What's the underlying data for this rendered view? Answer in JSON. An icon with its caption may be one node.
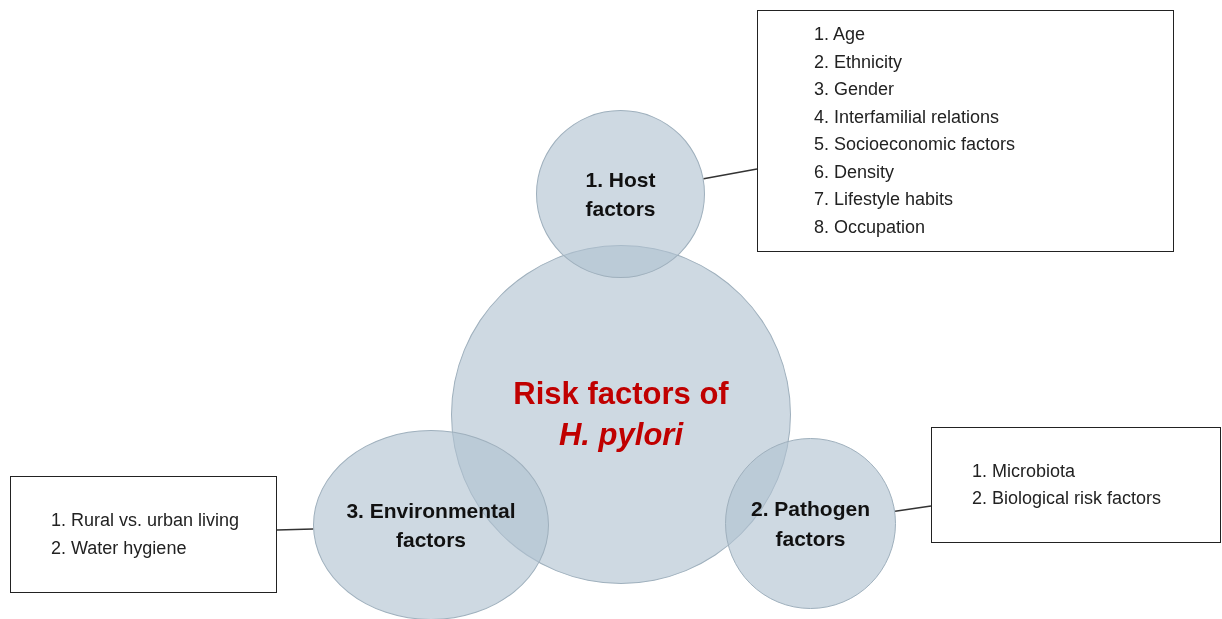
{
  "diagram": {
    "nodes": [
      {
        "text": [
          "Risk factors of *H. pylori*"
        ]
      },
      {
        "text": [
          "1. Host factors"
        ]
      },
      {
        "text": [
          "1. Age",
          "2. Ethnicity",
          "3. Gender",
          "4. Interfamilial relations",
          "5. Socioeconomic factors",
          "6. Density",
          "7. Lifestyle habits",
          "8. Occupation"
        ]
      },
      {
        "text": [
          "2. Pathogen factors"
        ]
      },
      {
        "text": [
          "1. Microbiota",
          "2. Biological risk factors"
        ]
      },
      {
        "text": [
          "3. Environmental factors"
        ]
      },
      {
        "text": [
          "1. Rural vs. urban living",
          "2. Water hygiene"
        ]
      }
    ],
    "edges": [
      {
        "from": 1,
        "to": 2,
        "arrow": "none"
      },
      {
        "from": 3,
        "to": 4,
        "arrow": "none"
      },
      {
        "from": 5,
        "to": 6,
        "arrow": "none"
      }
    ]
  }
}
